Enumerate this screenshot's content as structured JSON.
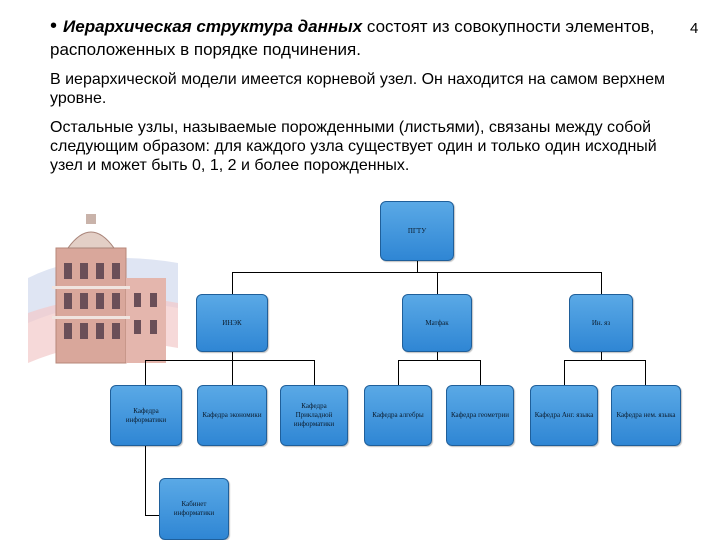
{
  "page_number": "4",
  "para1": {
    "bullet": "•",
    "emphasis": "Иерархическая структура данных",
    "rest": " состоят из совокупности элементов, расположенных в порядке подчинения."
  },
  "para2": "В иерархической модели имеется корневой узел. Он находится на самом верхнем уровне.",
  "para3": "Остальные узлы, называемые порожденными (листьями), связаны между собой следующим образом: для каждого узла существует один и только один исходный узел и может быть 0, 1, 2 и более порожденных.",
  "colors": {
    "node_fill": "#3b8fdb",
    "node_border": "#1f5f9a",
    "edge": "#000000"
  },
  "tree": {
    "root": "ПГТУ",
    "level1": [
      "ИНЭК",
      "Матфак",
      "Ин. яз"
    ],
    "level2": [
      "Кафедра информатики",
      "Кафедра экономики",
      "Кафедра Прикладной информатики",
      "Кафедра алгебры",
      "Кафедра геометрии",
      "Кафедра Анг. языка",
      "Кафедра нем. языка"
    ],
    "level3": [
      "Кабинет информатики"
    ]
  }
}
